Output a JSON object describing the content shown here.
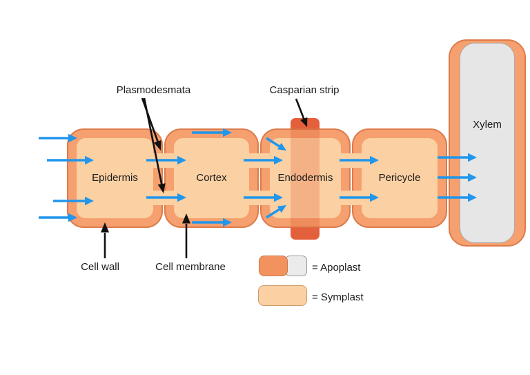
{
  "diagram": {
    "annotations": {
      "plasmodesmata": "Plasmodesmata",
      "casparian_strip": "Casparian strip",
      "cell_wall": "Cell wall",
      "cell_membrane": "Cell membrane"
    },
    "cells": [
      {
        "name": "Epidermis"
      },
      {
        "name": "Cortex"
      },
      {
        "name": "Endodermis"
      },
      {
        "name": "Pericycle"
      }
    ],
    "xylem": {
      "label": "Xylem"
    },
    "legend": {
      "items": [
        {
          "label": "= Apoplast",
          "swatches": [
            "cell-wall-orange",
            "xylem-gray"
          ]
        },
        {
          "label": "= Symplast",
          "swatches": [
            "cell-interior-peach"
          ]
        }
      ]
    },
    "flow": {
      "arrow_count_blue": 17,
      "direction": "left-to-right into xylem"
    },
    "colors": {
      "cell_wall": "#F5A06E",
      "cell_interior": "#FBD0A3",
      "cell_outline": "#DD7B4C",
      "casparian_strip": "#E4603C",
      "xylem_interior": "#E6E6E6",
      "water_arrow_blue": "#2096EC",
      "label_arrow_black": "#111111",
      "text": "#1b1b1b",
      "background": "#ffffff"
    }
  }
}
